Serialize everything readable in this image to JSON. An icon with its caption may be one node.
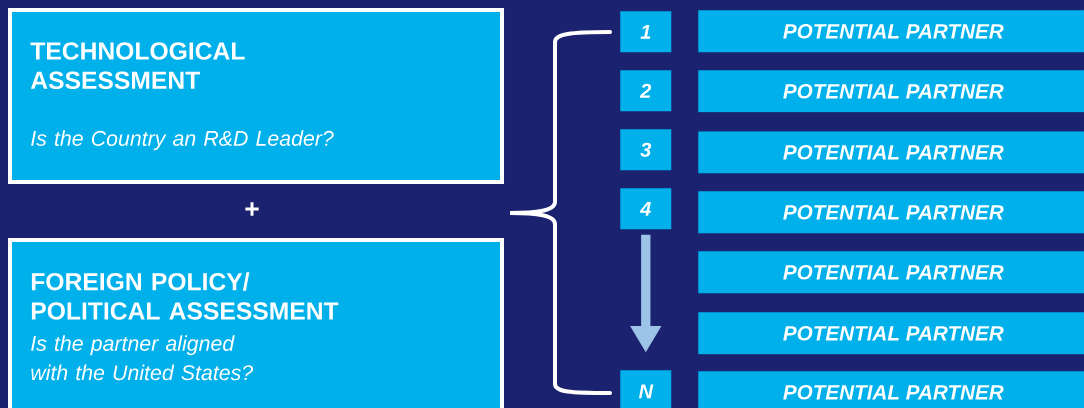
{
  "diagram": {
    "nodes": [
      {
        "text": [
          "TECHNOLOGICAL ASSESSMENT",
          "Is the Country an R&D Leader?"
        ]
      },
      {
        "text": [
          "FOREIGN POLICY/ POLITICAL ASSESSMENT",
          "Is the partner aligned with the United States?"
        ]
      },
      {
        "text": [
          "1"
        ]
      },
      {
        "text": [
          "2"
        ]
      },
      {
        "text": [
          "3"
        ]
      },
      {
        "text": [
          "4"
        ]
      },
      {
        "text": [
          "N"
        ]
      },
      {
        "text": [
          "POTENTIAL PARTNER"
        ]
      },
      {
        "text": [
          "POTENTIAL PARTNER"
        ]
      },
      {
        "text": [
          "POTENTIAL PARTNER"
        ]
      },
      {
        "text": [
          "POTENTIAL PARTNER"
        ]
      },
      {
        "text": [
          "POTENTIAL PARTNER"
        ]
      },
      {
        "text": [
          "POTENTIAL PARTNER"
        ]
      },
      {
        "text": [
          "POTENTIAL PARTNER"
        ]
      }
    ],
    "edges": [
      {
        "from": 5,
        "to": 6,
        "arrow": "to",
        "color": "#9dc3e6"
      }
    ],
    "labels": [
      "+"
    ]
  }
}
